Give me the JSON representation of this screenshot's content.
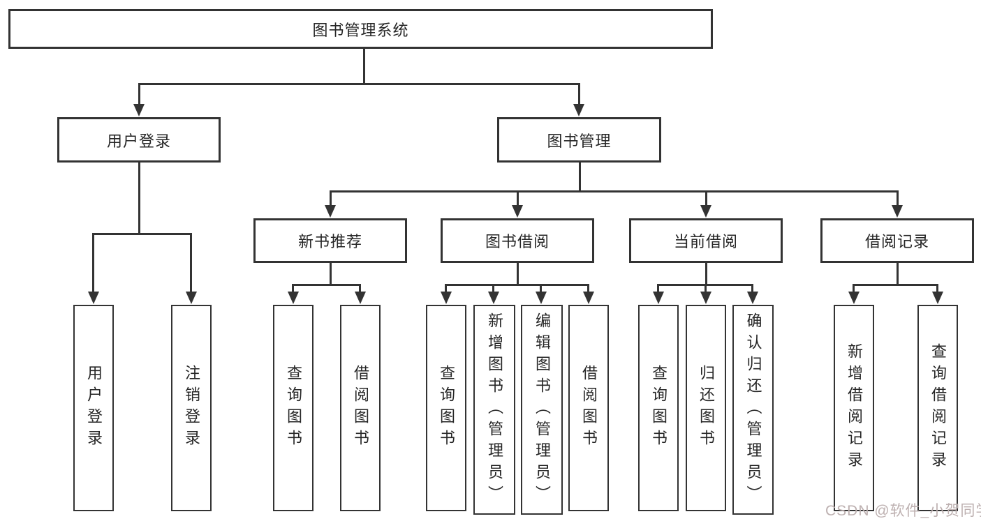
{
  "colors": {
    "line": "#333333",
    "text": "#262626",
    "box_bg": "#ffffff",
    "background": "#ffffff",
    "watermark": "#bdb0b0"
  },
  "watermark": {
    "text": "CSDN @软件_小贺同学"
  },
  "tree": {
    "label": "图书管理系统",
    "children": [
      {
        "label": "用户登录",
        "children": [
          {
            "label": "用户登录"
          },
          {
            "label": "注销登录"
          }
        ]
      },
      {
        "label": "图书管理",
        "children": [
          {
            "label": "新书推荐",
            "children": [
              {
                "label": "查询图书"
              },
              {
                "label": "借阅图书"
              }
            ]
          },
          {
            "label": "图书借阅",
            "children": [
              {
                "label": "查询图书"
              },
              {
                "label": "新增图书（管理员）"
              },
              {
                "label": "编辑图书（管理员）"
              },
              {
                "label": "借阅图书"
              }
            ]
          },
          {
            "label": "当前借阅",
            "children": [
              {
                "label": "查询图书"
              },
              {
                "label": "归还图书"
              },
              {
                "label": "确认归还（管理员）"
              }
            ]
          },
          {
            "label": "借阅记录",
            "children": [
              {
                "label": "新增借阅记录"
              },
              {
                "label": "查询借阅记录"
              }
            ]
          }
        ]
      }
    ]
  }
}
